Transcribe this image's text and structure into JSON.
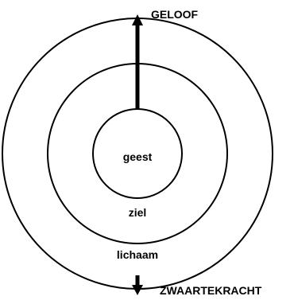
{
  "diagram": {
    "rings": {
      "inner_label": "geest",
      "middle_label": "ziel",
      "outer_label": "lichaam"
    },
    "forces": {
      "up_label": "GELOOF",
      "down_label": "ZWAARTEKRACHT"
    }
  },
  "colors": {
    "stroke": "#000000",
    "background": "#ffffff"
  }
}
